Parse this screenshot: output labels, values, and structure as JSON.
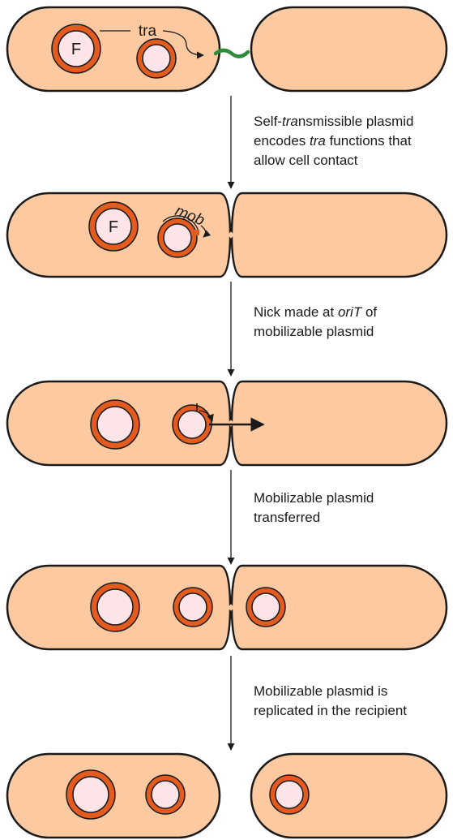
{
  "labels": {
    "f_plasmid": "F",
    "tra_gene": "tra",
    "mob_gene": "mob"
  },
  "steps": [
    {
      "lines": [
        "Self-transmissible plasmid",
        "encodes tra functions that",
        "allow cell contact"
      ],
      "italic_word": "tra"
    },
    {
      "lines": [
        "Nick made at oriT of",
        "mobilizable plasmid"
      ],
      "italic_word": "oriT"
    },
    {
      "lines": [
        "Mobilizable plasmid",
        "transferred"
      ],
      "italic_word": ""
    },
    {
      "lines": [
        "Mobilizable plasmid is",
        "replicated in the recipient"
      ],
      "italic_word": ""
    }
  ],
  "colors": {
    "cell_fill": "#fcc9a0",
    "cell_stroke": "#1a1a1a",
    "plasmid_ring": "#e35b1e",
    "plasmid_inner": "#fde4e8",
    "pilus": "#2e8b3a",
    "text": "#1a1a1a"
  }
}
